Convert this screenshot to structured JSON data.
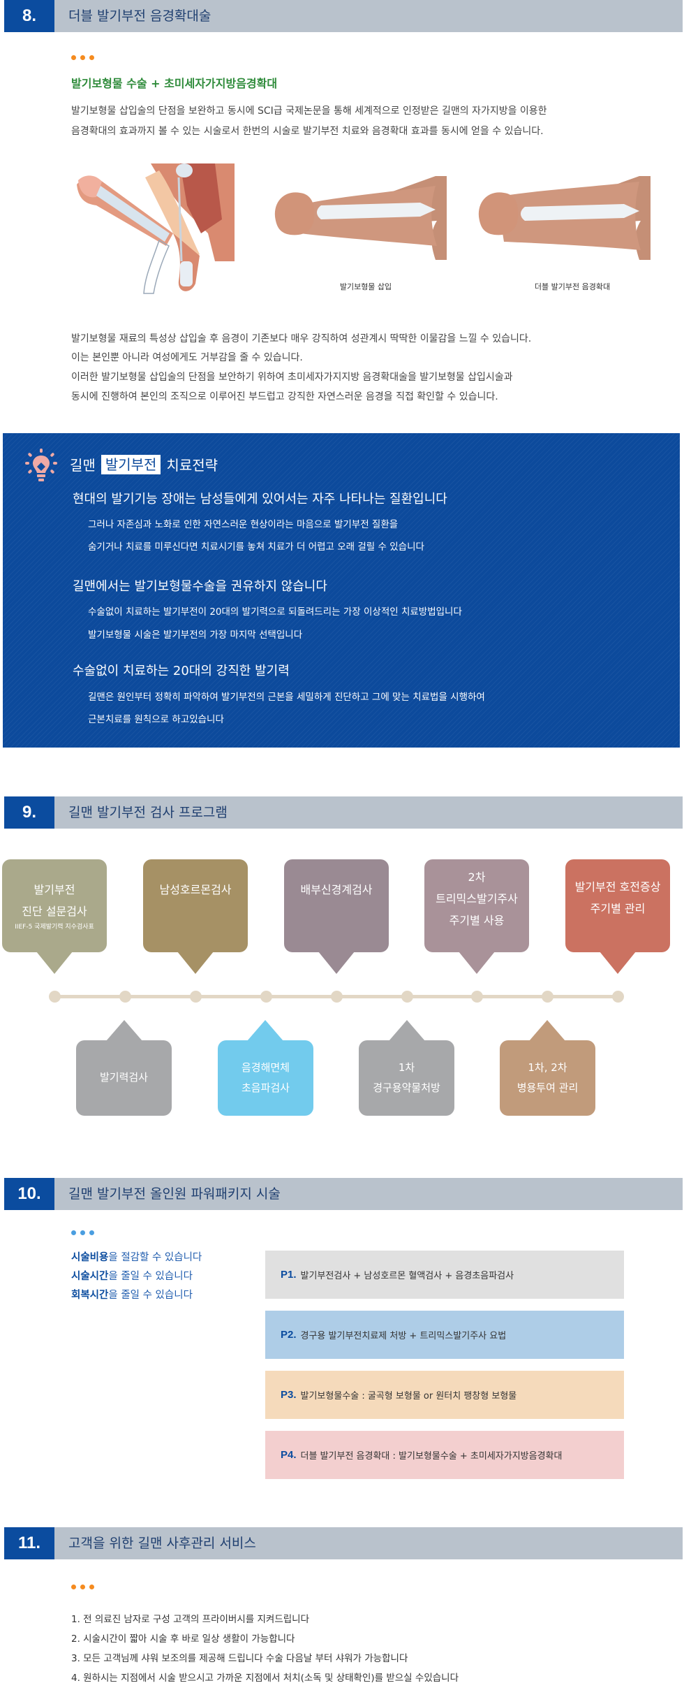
{
  "section8": {
    "number": "8.",
    "title": "더블 발기부전 음경확대술",
    "subtitle": "발기보형물 수술 + 초미세자가지방음경확대",
    "intro": [
      "발기보형물 삽입술의 단점을 보완하고 동시에 SCI급 국제논문을 통해 세계적으로 인정받은 길맨의 자가지방을 이용한",
      "음경확대의 효과까지 볼 수 있는 시술로서 한번의 시술로 발기부전 치료와 음경확대 효과를 동시에 얻을 수 있습니다."
    ],
    "images": [
      {
        "caption": "",
        "icon": "implant-anatomy-illustration"
      },
      {
        "caption": "발기보형물 삽입",
        "icon": "implant-insertion-illustration"
      },
      {
        "caption": "더블 발기부전 음경확대",
        "icon": "double-enlargement-illustration"
      }
    ],
    "body": [
      "발기보형물 재료의 특성상 삽입술 후 음경이 기존보다 매우 강직하여 성관계시 딱딱한 이물감을 느낄 수 있습니다.",
      "이는 본인뿐 아니라 여성에게도 거부감을 줄 수 있습니다.",
      "이러한 발기보형물 삽입술의 단점을 보안하기 위하여 초미세자가지지방 음경확대술을 발기보형물 삽입시술과",
      "동시에 진행하여 본인의 조직으로 이루어진 부드럽고 강직한 자연스러운 음경을 직접 확인할 수 있습니다."
    ]
  },
  "strategy": {
    "icon": "lightbulb-icon",
    "title_prefix": "길맨",
    "title_highlight": "발기부전",
    "title_suffix": "치료전략",
    "blocks": [
      {
        "heading": "현대의 발기기능 장애는 남성들에게 있어서는 자주 나타나는 질환입니다",
        "lines": [
          "그러나 자존심과 노화로 인한 자연스러운 현상이라는 마음으로 발기부전 질환을",
          "숨기거나 치료를 미루신다면 치료시기를 놓쳐 치료가 더 어렵고 오래 걸릴 수 있습니다"
        ]
      },
      {
        "heading": "길맨에서는 발기보형물수술을 권유하지 않습니다",
        "lines": [
          "수술없이 치료하는 발기부전이 20대의 발기력으로 되돌려드리는 가장 이상적인 치료방법입니다",
          "발기보형물 시술은 발기부전의 가장 마지막 선택입니다"
        ]
      },
      {
        "heading": "수술없이 치료하는 20대의 강직한 발기력",
        "lines": [
          "길맨은 원인부터 정확히 파악하여  발기부전의 근본을 세밀하게 진단하고 그에 맞는 치료법을 시행하여",
          "근본치료를 원칙으로 하고있습니다"
        ]
      }
    ]
  },
  "section9": {
    "number": "9.",
    "title": "길맨 발기부전 검사 프로그램",
    "top_steps": [
      {
        "lines": [
          "발기부전",
          "진단 설문검사"
        ],
        "note": "IIEF-5 국제발기력 지수검사표",
        "color": "#aaa98b"
      },
      {
        "lines": [
          "남성호르몬검사"
        ],
        "note": "",
        "color": "#a69165"
      },
      {
        "lines": [
          "배부신경계검사"
        ],
        "note": "",
        "color": "#9a8a93"
      },
      {
        "lines": [
          "2차",
          "트리믹스발기주사",
          "주기별 사용"
        ],
        "note": "",
        "color": "#a99299"
      },
      {
        "lines": [
          "발기부전 호전증상",
          "주기별 관리"
        ],
        "note": "",
        "color": "#cb7261"
      }
    ],
    "bottom_steps": [
      {
        "lines": [
          "발기력검사"
        ],
        "color": "#a7a8aa"
      },
      {
        "lines": [
          "음경해면체",
          "초음파검사"
        ],
        "color": "#72cbed"
      },
      {
        "lines": [
          "1차",
          "경구용약물처방"
        ],
        "color": "#a7a8aa"
      },
      {
        "lines": [
          "1차, 2차",
          "병용투여 관리"
        ],
        "color": "#c19b7b"
      }
    ],
    "timeline_color": "#e2d7c5"
  },
  "section10": {
    "number": "10.",
    "title": "길맨 발기부전 올인원 파워패키지 시술",
    "benefits": [
      {
        "bold": "시술비용",
        "rest": "을 절감할 수 있습니다"
      },
      {
        "bold": "시술시간",
        "rest": "을 줄일 수 있습니다"
      },
      {
        "bold": "회복시간",
        "rest": "을 줄일 수 있습니다"
      }
    ],
    "packages": [
      {
        "label": "P1.",
        "text": "발기부전검사 + 남성호르몬 혈액검사 + 음경초음파검사",
        "color": "#e0e0e0"
      },
      {
        "label": "P2.",
        "text": "경구용 발기부전치료제 처방 + 트리믹스발기주사 요법",
        "color": "#aecde7"
      },
      {
        "label": "P3.",
        "text": "발기보형물수술 : 굴곡형 보형물 or 원터치 팽창형 보형물",
        "color": "#f5dabb"
      },
      {
        "label": "P4.",
        "text": "더블 발기부전 음경확대 : 발기보형물수술 + 초미세자가지방음경확대",
        "color": "#f3cfcf"
      }
    ]
  },
  "section11": {
    "number": "11.",
    "title": "고객을 위한 길맨 사후관리 서비스",
    "items": [
      "1. 전 의료진 남자로 구성 고객의 프라이버시를 지켜드립니다",
      "2. 시술시간이 짧아 시술 후 바로 일상 생활이 가능합니다",
      "3. 모든 고객님께 샤워 보조의를 제공해 드립니다 수술 다음날 부터 샤워가 가능합니다",
      "4. 원하시는 지점에서 시술 받으시고 가까운 지점에서 처치(소독 및 상태확인)를 받으실 수있습니다"
    ]
  },
  "colors": {
    "header_bg": "#b9c2cc",
    "number_bg": "#0b4c9f",
    "strategy_bg": "#0c4a9c",
    "accent_green": "#2e8b3a",
    "accent_orange": "#f58b1f"
  }
}
